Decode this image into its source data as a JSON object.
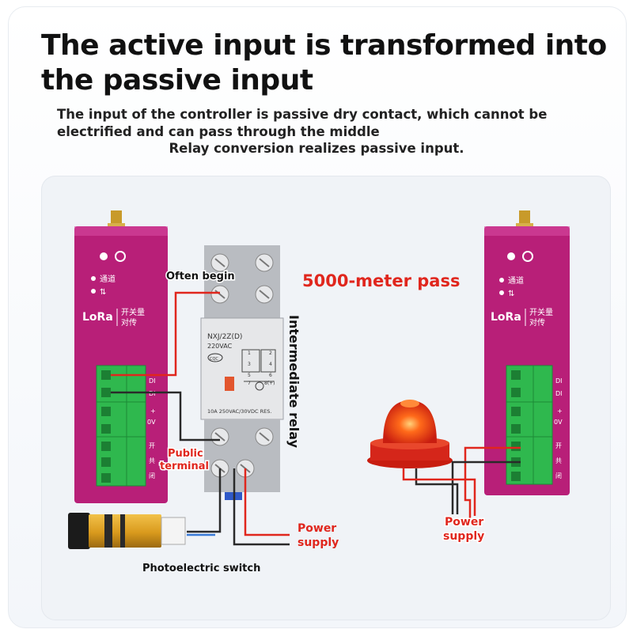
{
  "title": "The active input is transformed into the passive input",
  "subtitle_line1": "The input of the controller is passive dry contact, which cannot be electrified and can pass through the middle",
  "subtitle_line2": "Relay conversion realizes passive input.",
  "left_module": {
    "lora": "LoRa",
    "func": "开关量",
    "func2": "对传",
    "ind1": "通道",
    "terms": [
      "DI",
      "DI",
      "+",
      "0V",
      "开",
      "共",
      "闭"
    ]
  },
  "right_module": {
    "lora": "LoRa",
    "func": "开关量",
    "func2": "对传",
    "ind1": "通道",
    "terms": [
      "DI",
      "DI",
      "+",
      "0V",
      "开",
      "共",
      "闭"
    ]
  },
  "relay": {
    "model": "NXJ/2Z(D)",
    "voltage": "220VAC",
    "cert": "CQC",
    "rating": "10A 250VAC/30VDC RES.",
    "pins_top": [
      "1",
      "2",
      "3",
      "4",
      "5",
      "6",
      "7",
      "8(+)"
    ]
  },
  "labels": {
    "often_begin": "Often begin",
    "distance": "5000-meter pass",
    "intermediate_relay": "Intermediate relay",
    "public_line1": "Public",
    "public_line2": "terminal",
    "power_left_1": "Power",
    "power_left_2": "supply",
    "power_right_1": "Power",
    "power_right_2": "supply",
    "photo_switch": "Photoelectric switch"
  },
  "colors": {
    "module_magenta": "#c0237f",
    "terminal_green": "#29b34a",
    "wire_red": "#e0261d",
    "wire_dark": "#2a2a2a",
    "label_red": "#e0261d"
  }
}
